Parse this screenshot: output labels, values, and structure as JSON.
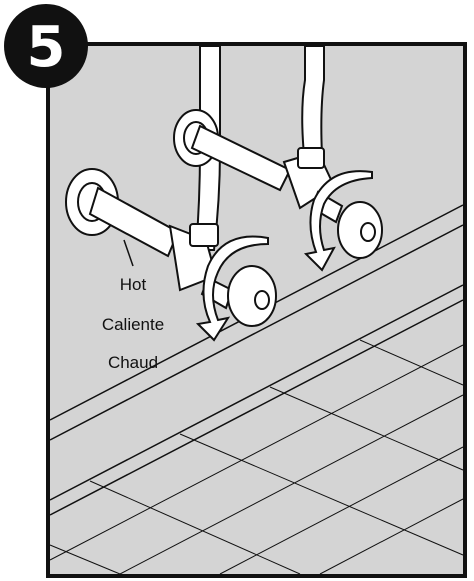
{
  "step": {
    "number": "5"
  },
  "labels": {
    "hot_en": "Hot",
    "hot_es": "Caliente",
    "hot_fr": "Chaud"
  },
  "colors": {
    "panel_fill": "#d4d4d4",
    "panel_border": "#111111",
    "badge_fill": "#111111",
    "badge_text": "#ffffff",
    "fixture_fill": "#ffffff",
    "line": "#111111"
  },
  "icons": {
    "rotation": "counterclockwise-arrow-icon"
  }
}
